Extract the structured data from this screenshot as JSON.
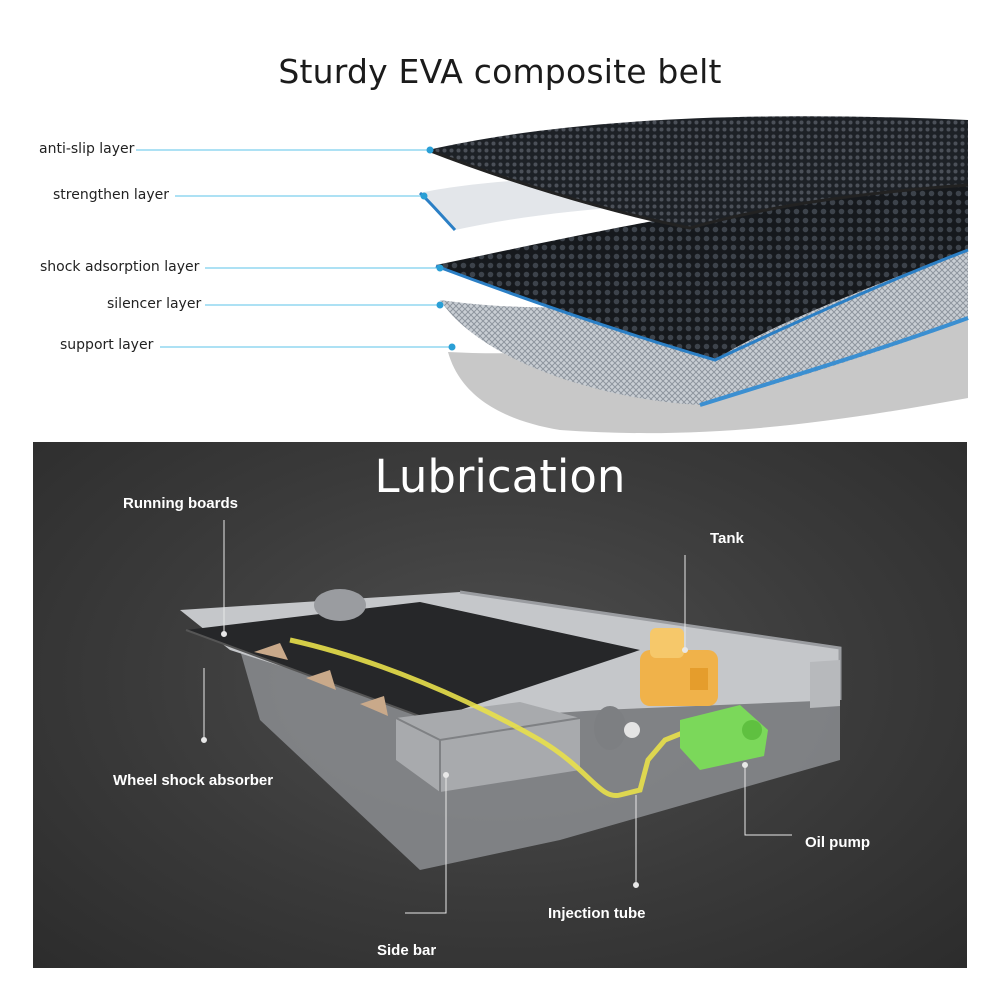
{
  "belt_section": {
    "title": "Sturdy EVA composite belt",
    "layers": [
      {
        "label": "anti-slip layer"
      },
      {
        "label": "strengthen layer"
      },
      {
        "label": "shock adsorption layer"
      },
      {
        "label": "silencer layer"
      },
      {
        "label": "support layer"
      }
    ]
  },
  "lubrication_section": {
    "title": "Lubrication",
    "callouts": {
      "running_boards": "Running boards",
      "tank": "Tank",
      "wheel_shock_absorber": "Wheel shock absorber",
      "oil_pump": "Oil pump",
      "injection_tube": "Injection tube",
      "side_bar": "Side bar"
    }
  },
  "colors": {
    "leader_line": "#5bc3e8",
    "leader_dot": "#2a9fd6",
    "panel_bg": "#3a3a3a",
    "tank": "#f0b24a",
    "pump": "#7bd85a",
    "tube": "#e8e04a"
  }
}
